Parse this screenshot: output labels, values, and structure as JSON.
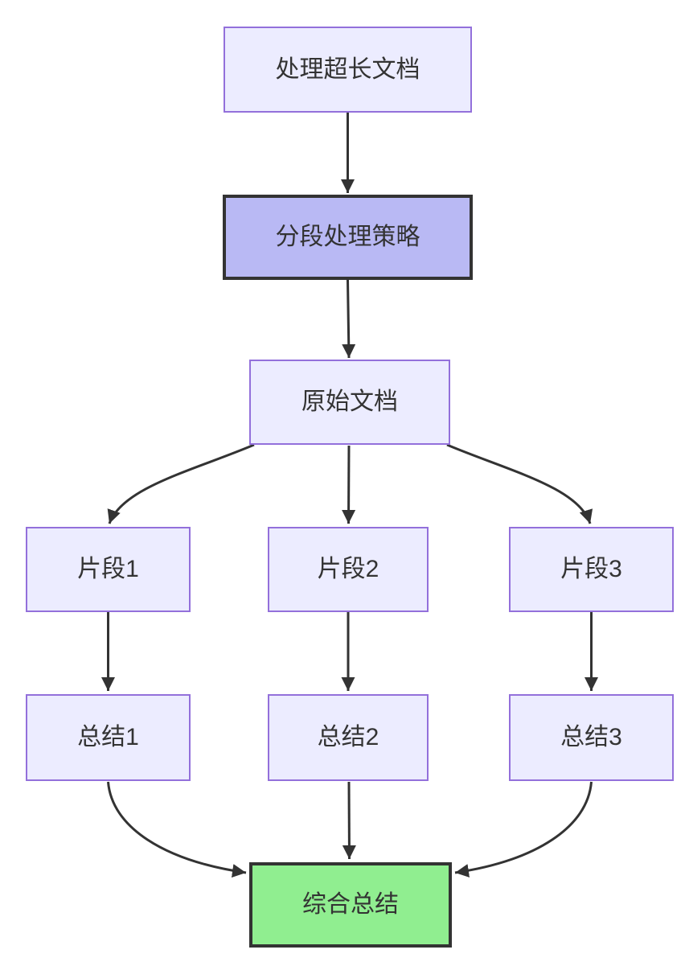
{
  "diagram": {
    "type": "flowchart",
    "direction": "top-down",
    "nodes": [
      {
        "id": "A",
        "label": "处理超长文档",
        "style": "default"
      },
      {
        "id": "B",
        "label": "分段处理策略",
        "style": "highlight"
      },
      {
        "id": "C",
        "label": "原始文档",
        "style": "default"
      },
      {
        "id": "D1",
        "label": "片段1",
        "style": "default"
      },
      {
        "id": "D2",
        "label": "片段2",
        "style": "default"
      },
      {
        "id": "D3",
        "label": "片段3",
        "style": "default"
      },
      {
        "id": "E1",
        "label": "总结1",
        "style": "default"
      },
      {
        "id": "E2",
        "label": "总结2",
        "style": "default"
      },
      {
        "id": "E3",
        "label": "总结3",
        "style": "default"
      },
      {
        "id": "F",
        "label": "综合总结",
        "style": "success"
      }
    ],
    "edges": [
      {
        "from": "A",
        "to": "B"
      },
      {
        "from": "B",
        "to": "C"
      },
      {
        "from": "C",
        "to": "D1"
      },
      {
        "from": "C",
        "to": "D2"
      },
      {
        "from": "C",
        "to": "D3"
      },
      {
        "from": "D1",
        "to": "E1"
      },
      {
        "from": "D2",
        "to": "E2"
      },
      {
        "from": "D3",
        "to": "E3"
      },
      {
        "from": "E1",
        "to": "F"
      },
      {
        "from": "E2",
        "to": "F"
      },
      {
        "from": "E3",
        "to": "F"
      }
    ],
    "colors": {
      "background": "#ffffff",
      "node_fill": "#ECECFF",
      "node_border": "#9370DB",
      "highlight_fill": "#b9b9f4",
      "highlight_border": "#333333",
      "success_fill": "#90EE90",
      "success_border": "#333333",
      "edge": "#333333",
      "text": "#333333"
    }
  }
}
